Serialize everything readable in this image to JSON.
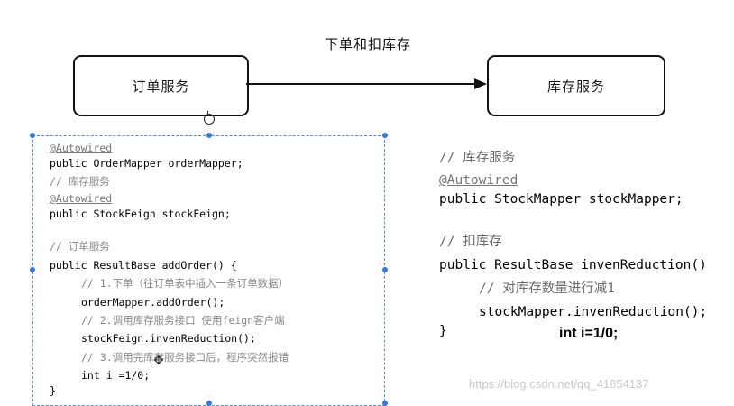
{
  "diagram": {
    "title": "下单和扣库存",
    "order_service": "订单服务",
    "stock_service": "库存服务"
  },
  "left_code": [
    "@Autowired",
    "public OrderMapper orderMapper;",
    "// 库存服务",
    "@Autowired",
    "public StockFeign stockFeign;",
    "// 订单服务",
    "public ResultBase addOrder() {",
    "// 1.下单（往订单表中插入一条订单数据）",
    "orderMapper.addOrder();",
    "// 2.调用库存服务接口 使用feign客户端",
    "stockFeign.invenReduction();",
    "// 3.调用完库存服务接口后，程序突然报错",
    "int i =1/0;",
    "}"
  ],
  "right_code": [
    "// 库存服务",
    "@Autowired",
    "public StockMapper stockMapper;",
    "// 扣库存",
    "public ResultBase invenReduction()",
    "// 对库存数量进行减1",
    "stockMapper.invenReduction();",
    "}",
    "int i=1/0;"
  ],
  "watermark": "https://blog.csdn.net/qq_41854137"
}
